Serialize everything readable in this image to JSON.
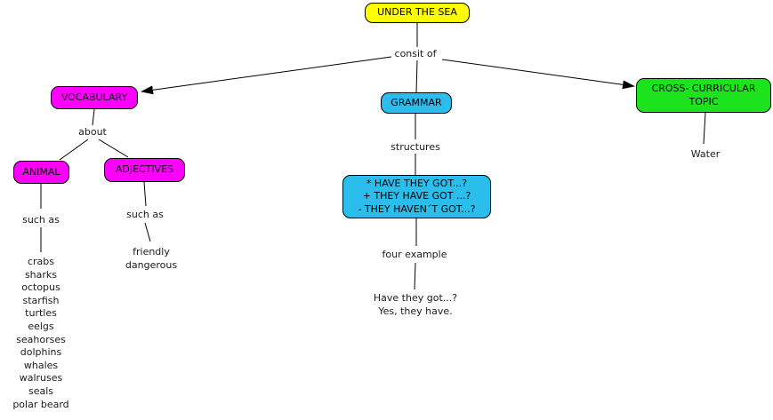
{
  "colors": {
    "yellow": "#FFFF00",
    "magenta": "#FF00FF",
    "cyan": "#2BBDEC",
    "green": "#1DE31D"
  },
  "map": {
    "under_the_sea": "UNDER THE SEA",
    "consist_label": "consit of",
    "vocabulary": "VOCABULARY",
    "about_label": "about",
    "animal": "ANIMAL",
    "adjectives": "ADJECTIVES",
    "such_as_animal": "such as",
    "such_as_adjectives": "such as",
    "animal_examples": [
      "crabs",
      "sharks",
      "octopus",
      "starfish",
      "turtles",
      "eelgs",
      "seahorses",
      "dolphins",
      "whales",
      "walruses",
      "seals",
      "polar beard"
    ],
    "adjective_examples": [
      "friendly",
      "dangerous"
    ],
    "grammar": "GRAMMAR",
    "structures_label": "structures",
    "structures": [
      "* HAVE THEY GOT...?",
      "+ THEY HAVE GOT ...?",
      "- THEY HAVEN´T GOT...?"
    ],
    "four_example_label": "four example",
    "example_lines": [
      "Have they got...?",
      "Yes, they have."
    ],
    "cross_curricular": "CROSS- CURRICULAR TOPIC",
    "water": "Water"
  }
}
